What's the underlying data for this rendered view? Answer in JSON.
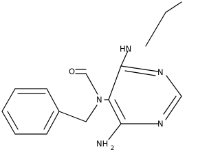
{
  "molecule": {
    "atoms": {
      "ethyl_nh": "HN",
      "amide_n": "N",
      "ring_n_top": "N",
      "ring_n_bottom": "N",
      "amino": "NH2",
      "amino_main": "NH",
      "amino_sub": "2",
      "carbonyl_o": "O"
    },
    "colors": {
      "bond": "#000000",
      "label": "#000000",
      "background": "#ffffff"
    }
  }
}
